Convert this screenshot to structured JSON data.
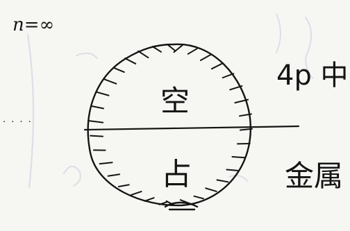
{
  "photo": {
    "subject": "handwritten-sketch",
    "paper_color": "#f6f6f3",
    "ink_color": "#141414",
    "bleed_through_color": "#dcdfe6"
  },
  "annotations": {
    "top_left": "n=∞",
    "upper_region": "空",
    "lower_region": "占",
    "right_upper": "4p 中",
    "right_lower": "金属",
    "left_dots": "· · · ·"
  }
}
